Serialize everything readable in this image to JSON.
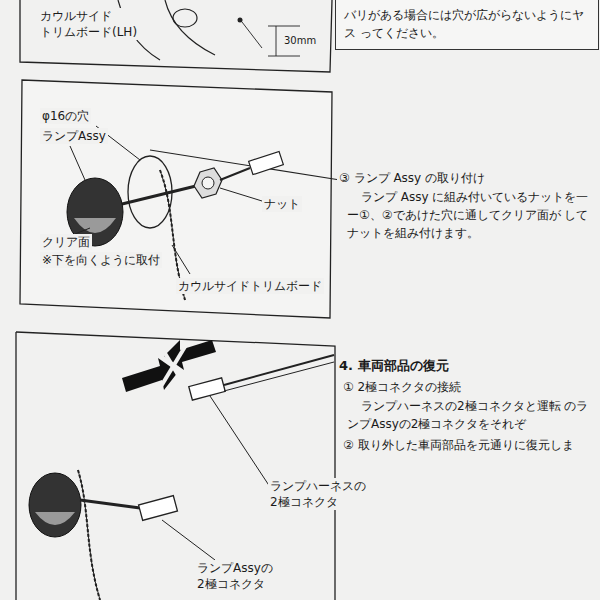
{
  "diagram": {
    "nodes": [
      {
        "text": [
          "バリがある場合には穴が広がらないようにヤス ってください。"
        ]
      }
    ],
    "labels": [
      "カウルサイド トリムボード(LH)",
      "30mm",
      "φ16の穴",
      "ランプAssy",
      "ナット",
      "クリア面",
      "※下を向くように取付",
      "カウルサイドトリムボード",
      "③ ランプ Assy の取り付け",
      "ランプ Assy に組み付いているナットを一 ー①、②であけた穴に通してクリア面が してナットを組み付けます。",
      "4. 車両部品の復元",
      "① 2極コネクタの接続",
      "ランプハーネスの2極コネクタと運転 のランプAssyの2極コネクタをそれぞ",
      "② 取り外した車両部品を元通りに復元しま",
      "ランプハーネスの 2極コネクタ",
      "ランプAssyの 2極コネクタ"
    ]
  }
}
